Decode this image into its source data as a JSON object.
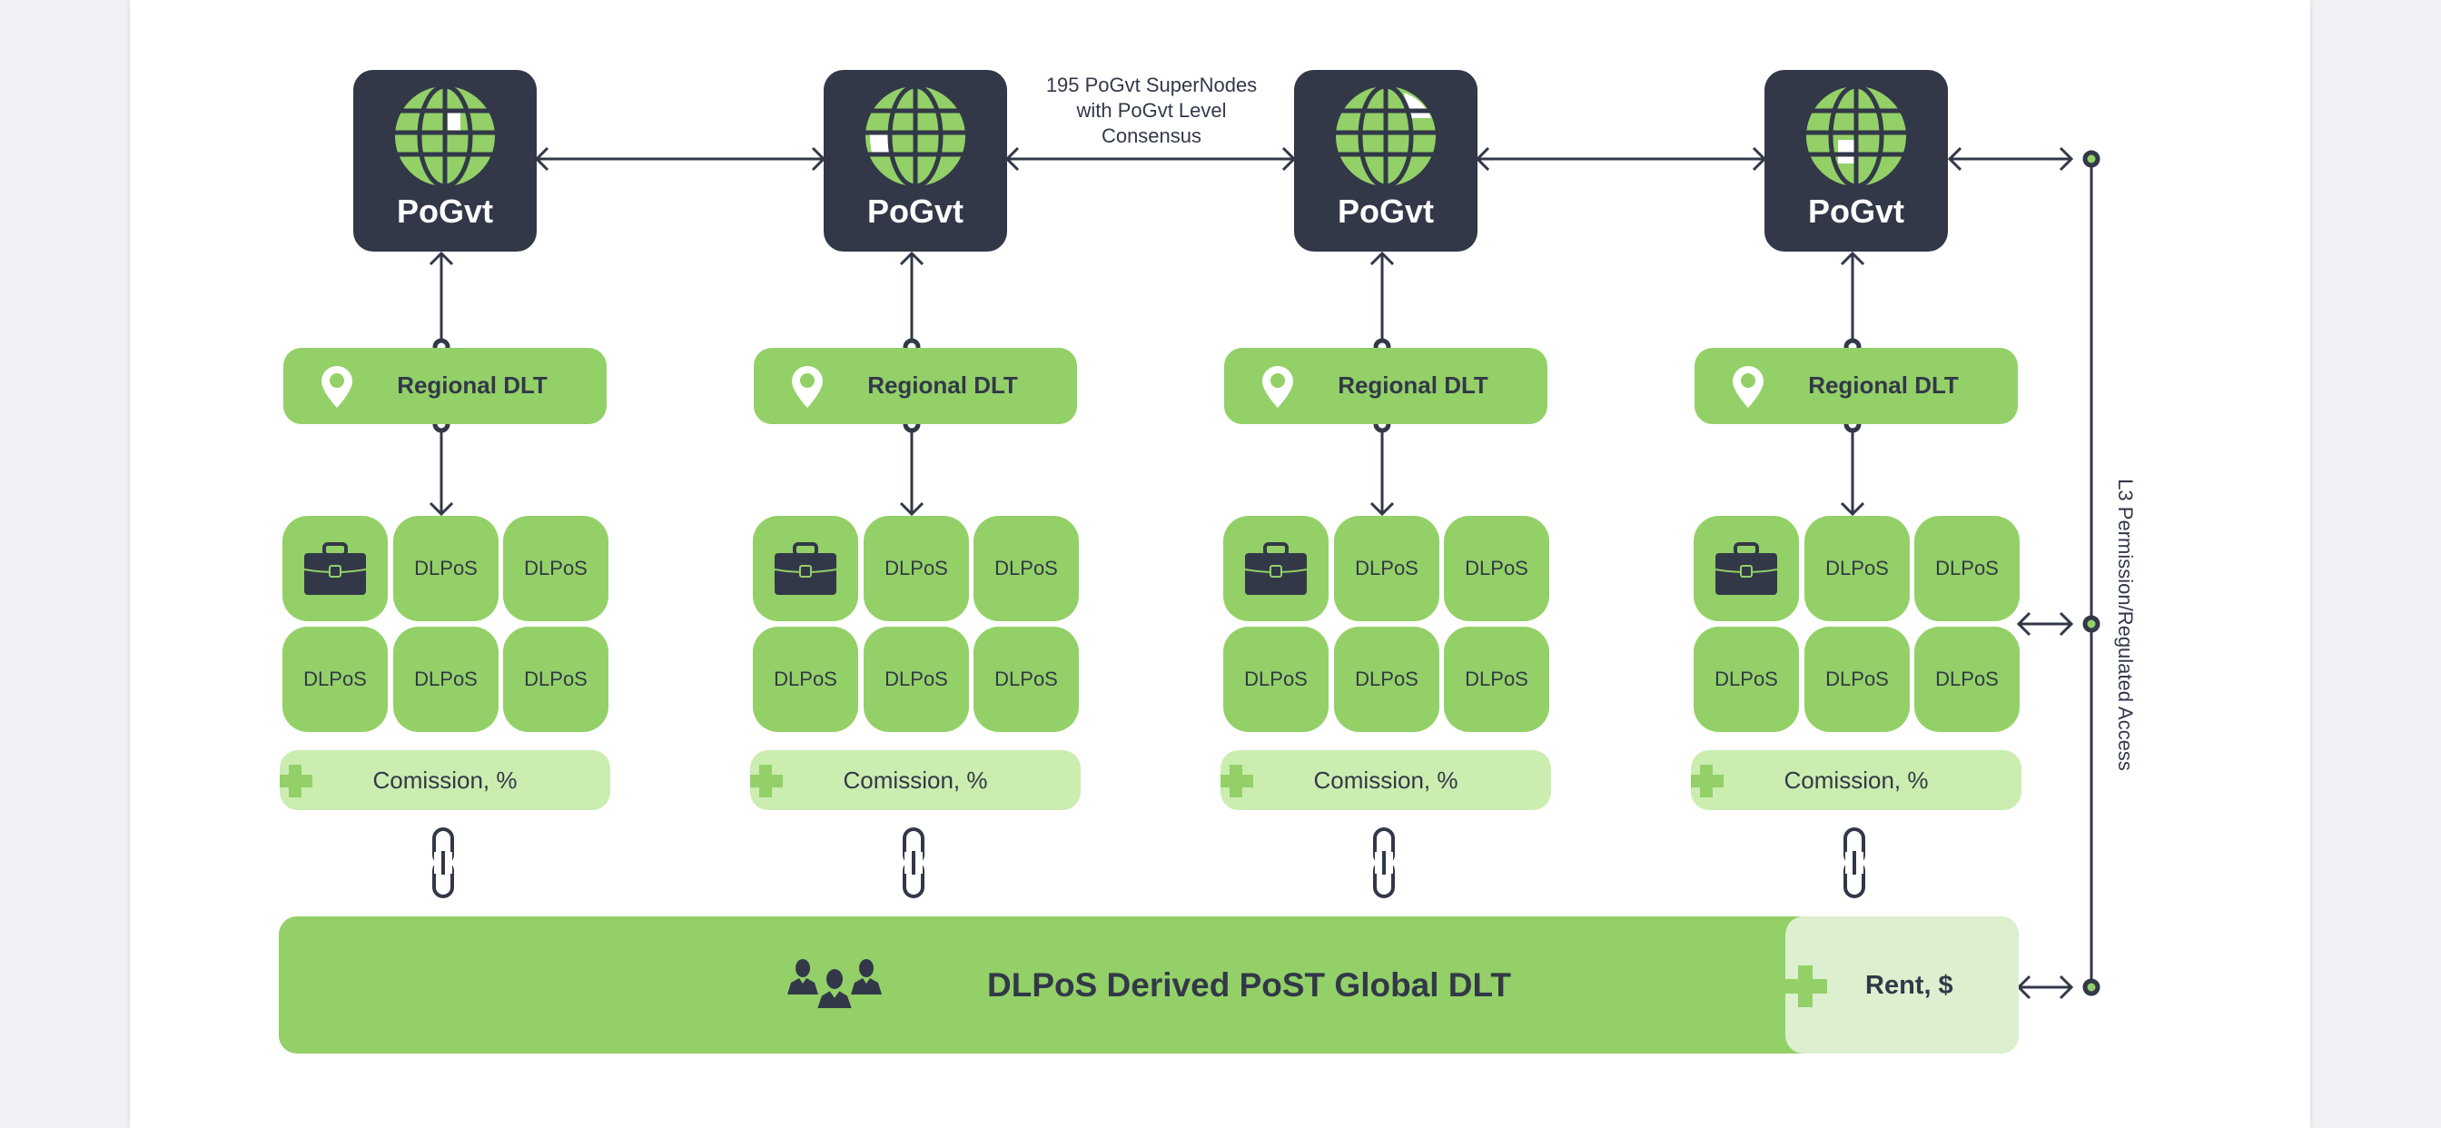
{
  "diagram": {
    "consensus_note": [
      "195 PoGvt SuperNodes",
      "with PoGvt Level",
      "Consensus"
    ],
    "side_label": "L3 Permission/Regulated Access",
    "columns": [
      {
        "node_label": "PoGvt",
        "node_icon": "globe-icon",
        "globe_highlight": "center-upper",
        "regional_label": "Regional DLT",
        "regional_icon": "map-pin-icon",
        "cells": [
          "briefcase-icon",
          "DLPoS",
          "DLPoS",
          "DLPoS",
          "DLPoS",
          "DLPoS"
        ],
        "commission_label": "Comission, %"
      },
      {
        "node_label": "PoGvt",
        "node_icon": "globe-icon",
        "globe_highlight": "left-middle",
        "regional_label": "Regional DLT",
        "regional_icon": "map-pin-icon",
        "cells": [
          "briefcase-icon",
          "DLPoS",
          "DLPoS",
          "DLPoS",
          "DLPoS",
          "DLPoS"
        ],
        "commission_label": "Comission, %"
      },
      {
        "node_label": "PoGvt",
        "node_icon": "globe-icon",
        "globe_highlight": "top-right",
        "regional_label": "Regional DLT",
        "regional_icon": "map-pin-icon",
        "cells": [
          "briefcase-icon",
          "DLPoS",
          "DLPoS",
          "DLPoS",
          "DLPoS",
          "DLPoS"
        ],
        "commission_label": "Comission, %"
      },
      {
        "node_label": "PoGvt",
        "node_icon": "globe-icon",
        "globe_highlight": "center-lower",
        "regional_label": "Regional DLT",
        "regional_icon": "map-pin-icon",
        "cells": [
          "briefcase-icon",
          "DLPoS",
          "DLPoS",
          "DLPoS",
          "DLPoS",
          "DLPoS"
        ],
        "commission_label": "Comission, %"
      }
    ],
    "global": {
      "label": "DLPoS Derived PoST Global DLT",
      "icon": "people-group-icon",
      "rent_label": "Rent, $"
    },
    "colors": {
      "dark": "#323848",
      "green": "#93d067",
      "light_green": "#cbedb0",
      "rent_bg": "#dcf0cf",
      "canvas_bg": "#f0f0f5"
    }
  }
}
